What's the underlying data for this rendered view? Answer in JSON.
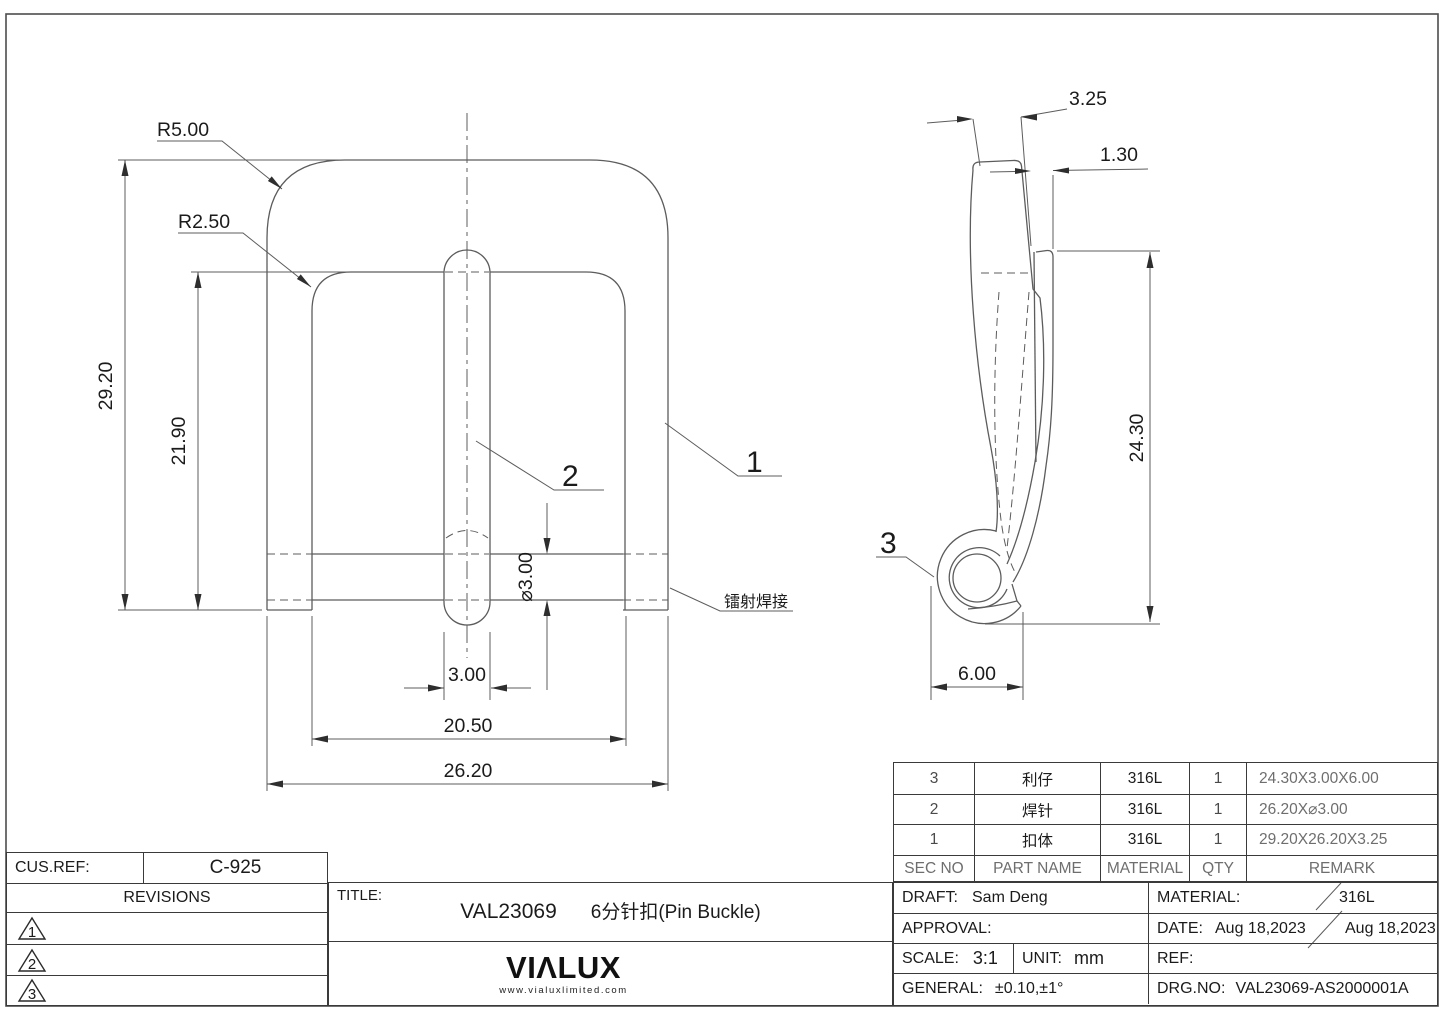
{
  "colors": {
    "line": "#5c5c5c",
    "text": "#1b1b1b",
    "border": "#3a3a3a"
  },
  "front_view": {
    "radius_outer": "R5.00",
    "radius_inner": "R2.50",
    "height_total": "29.20",
    "height_inner": "21.90",
    "pin_width": "3.00",
    "width_inner": "20.50",
    "width_total": "26.20",
    "bar_diameter": "⌀3.00",
    "balloon_1": "1",
    "balloon_2": "2",
    "weld_note": "镭射焊接"
  },
  "side_view": {
    "thickness": "3.25",
    "pin_offset": "1.30",
    "pin_length": "24.30",
    "hook_width": "6.00",
    "balloon_3": "3"
  },
  "parts_table": {
    "headers": {
      "sec": "SEC NO",
      "name": "PART NAME",
      "material": "MATERIAL",
      "qty": "QTY",
      "remark": "REMARK"
    },
    "rows": [
      {
        "sec": "3",
        "name": "利仔",
        "material": "316L",
        "qty": "1",
        "remark": "24.30X3.00X6.00"
      },
      {
        "sec": "2",
        "name": "焊针",
        "material": "316L",
        "qty": "1",
        "remark": "26.20X⌀3.00"
      },
      {
        "sec": "1",
        "name": "扣体",
        "material": "316L",
        "qty": "1",
        "remark": "29.20X26.20X3.25"
      }
    ]
  },
  "title_block": {
    "cus_ref_label": "CUS.REF:",
    "cus_ref_value": "C-925",
    "revisions_label": "REVISIONS",
    "rev_marks": [
      "1",
      "2",
      "3"
    ],
    "title_label": "TITLE:",
    "drawing_no": "VAL23069",
    "drawing_name": "6分针扣(Pin Buckle)",
    "logo_text": "VIΛLUX",
    "logo_url": "www.vialuxlimited.com",
    "draft_label": "DRAFT:",
    "draft_value": "Sam Deng",
    "approval_label": "APPROVAL:",
    "scale_label": "SCALE:",
    "scale_value": "3:1",
    "unit_label": "UNIT:",
    "unit_value": "mm",
    "general_label": "GENERAL:",
    "general_value": "±0.10,±1°",
    "material_label": "MATERIAL:",
    "material_value": "316L",
    "date_label": "DATE:",
    "date_value": "Aug 18,2023",
    "date_value_2": "Aug 18,2023",
    "ref_label": "REF:",
    "drg_no_label": "DRG.NO:",
    "drg_no_value": "VAL23069-AS2000001A"
  }
}
